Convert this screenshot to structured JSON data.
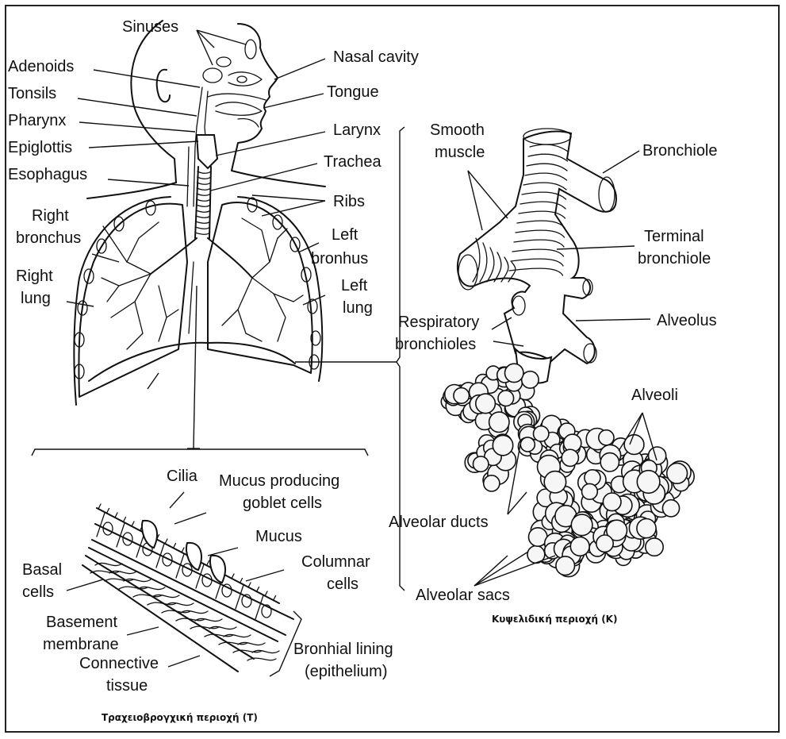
{
  "labels": {
    "sinuses": "Sinuses",
    "nasal_cavity": "Nasal cavity",
    "adenoids": "Adenoids",
    "tonsils": "Tonsils",
    "tongue": "Tongue",
    "pharynx": "Pharynx",
    "larynx": "Larynx",
    "epiglottis": "Epiglottis",
    "trachea": "Trachea",
    "esophagus": "Esophagus",
    "ribs": "Ribs",
    "right_bronchus_1": "Right",
    "right_bronchus_2": "bronchus",
    "left_bronhus_1": "Left",
    "left_bronhus_2": "bronhus",
    "right_lung_1": "Right",
    "right_lung_2": "lung",
    "left_lung_1": "Left",
    "left_lung_2": "lung",
    "smooth_muscle_1": "Smooth",
    "smooth_muscle_2": "muscle",
    "bronchiole": "Bronchiole",
    "terminal_bronchiole_1": "Terminal",
    "terminal_bronchiole_2": "bronchiole",
    "alveolus": "Alveolus",
    "respiratory_bronchioles_1": "Respiratory",
    "respiratory_bronchioles_2": "bronchioles",
    "alveoli": "Alveoli",
    "alveolar_ducts": "Alveolar ducts",
    "alveolar_sacs": "Alveolar sacs",
    "cilia": "Cilia",
    "goblet_1": "Mucus producing",
    "goblet_2": "goblet cells",
    "mucus": "Mucus",
    "columnar_1": "Columnar",
    "columnar_2": "cells",
    "basal_1": "Basal",
    "basal_2": "cells",
    "basement_1": "Basement",
    "basement_2": "membrane",
    "connective_1": "Connective",
    "connective_2": "tissue",
    "lining_1": "Bronhial lining",
    "lining_2": "(epithelium)"
  },
  "captions": {
    "alveolar_region": "Κυψελιδική περιοχή (Κ)",
    "tracheobronchial_region": "Τραχειοβρογχική περιοχή (Τ)"
  }
}
